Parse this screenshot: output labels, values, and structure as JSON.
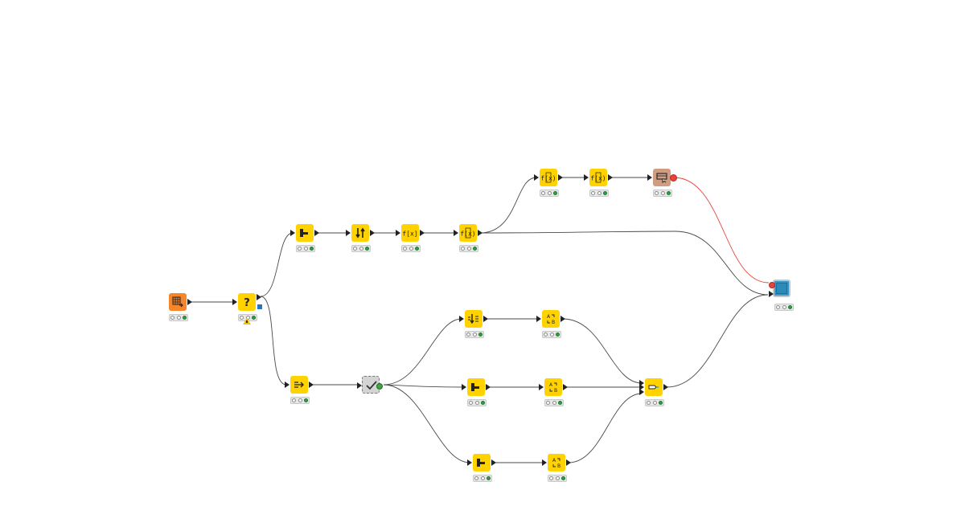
{
  "workflow": {
    "connection_colors": {
      "data": "#4a4a4a",
      "model": "#e8443a"
    },
    "status_colors": {
      "executed": "#2ea043",
      "idle": "#ffffff"
    },
    "node_colors": {
      "source": "#f7862a",
      "manipulator": "#ffd200",
      "visualizer": "#cf9e82",
      "component": "#d4d4d4",
      "metanode": "#3a95c6"
    },
    "nodes": [
      {
        "id": "reader",
        "icon": "table-reader-icon",
        "status": "executed"
      },
      {
        "id": "rule-if",
        "icon": "question-mark-icon",
        "status": "executed",
        "warning": true
      },
      {
        "id": "column-filter-top",
        "icon": "column-filter-icon",
        "status": "executed"
      },
      {
        "id": "sorter",
        "icon": "sort-arrows-icon",
        "status": "executed"
      },
      {
        "id": "math-formula",
        "icon": "math-formula-icon",
        "status": "executed"
      },
      {
        "id": "string-manipulation",
        "icon": "string-manipulation-icon",
        "status": "executed"
      },
      {
        "id": "string-manip-2",
        "icon": "string-manipulation-icon",
        "status": "executed"
      },
      {
        "id": "string-manip-3",
        "icon": "string-manipulation-icon",
        "status": "executed"
      },
      {
        "id": "view",
        "icon": "table-view-icon",
        "status": "executed"
      },
      {
        "id": "joiner",
        "icon": "joiner-icon",
        "status": "executed"
      },
      {
        "id": "validate",
        "icon": "checkmark-icon",
        "status": "executed"
      },
      {
        "id": "group-sort",
        "icon": "group-sort-icon",
        "status": "executed"
      },
      {
        "id": "rename-1",
        "icon": "column-rename-icon",
        "status": "executed"
      },
      {
        "id": "column-filter-mid",
        "icon": "column-filter-icon",
        "status": "executed"
      },
      {
        "id": "rename-2",
        "icon": "column-rename-icon",
        "status": "executed"
      },
      {
        "id": "column-filter-bot",
        "icon": "column-filter-icon",
        "status": "executed"
      },
      {
        "id": "rename-3",
        "icon": "column-rename-icon",
        "status": "executed"
      },
      {
        "id": "concatenate",
        "icon": "concatenate-icon",
        "status": "executed"
      },
      {
        "id": "output",
        "icon": "metanode-icon",
        "status": "executed"
      }
    ]
  }
}
